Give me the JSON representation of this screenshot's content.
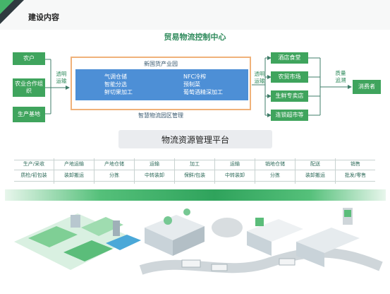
{
  "header": {
    "title": "建设内容"
  },
  "center_title": "贸易物流控制中心",
  "sources": [
    "农户",
    "农业合作组织",
    "生产基地"
  ],
  "left_link_label": "透明运输",
  "park": {
    "title": "新国货产业园",
    "col1": [
      "气调仓储",
      "智能分选",
      "鲜切果加工"
    ],
    "col2": [
      "NFC冷榨",
      "预制菜",
      "葡萄酒精深加工"
    ],
    "footer": "智慧物流园区管理"
  },
  "right_link_label": "透明运输",
  "channels": [
    "酒店食堂",
    "农贸市场",
    "生鲜专卖店",
    "连锁超市等"
  ],
  "quality_label": "质量追溯",
  "consumer": "消费者",
  "platform_title": "物流资源管理平台",
  "stages": [
    {
      "top": "生产/采收",
      "bottom": "质检/初包装"
    },
    {
      "top": "产地运输",
      "bottom": "装卸搬运"
    },
    {
      "top": "产地仓储",
      "bottom": "分拣"
    },
    {
      "top": "运输",
      "bottom": "中转装卸"
    },
    {
      "top": "加工",
      "bottom": "保鲜/包装"
    },
    {
      "top": "运输",
      "bottom": "中转装卸"
    },
    {
      "top": "销地仓储",
      "bottom": "分拣"
    },
    {
      "top": "配送",
      "bottom": "装卸搬运"
    },
    {
      "top": "销售",
      "bottom": "批发/零售"
    }
  ],
  "colors": {
    "green": "#3fa45d",
    "blue": "#4d8fd6",
    "orange": "#f0b27a",
    "dark": "#2f3a3f"
  }
}
